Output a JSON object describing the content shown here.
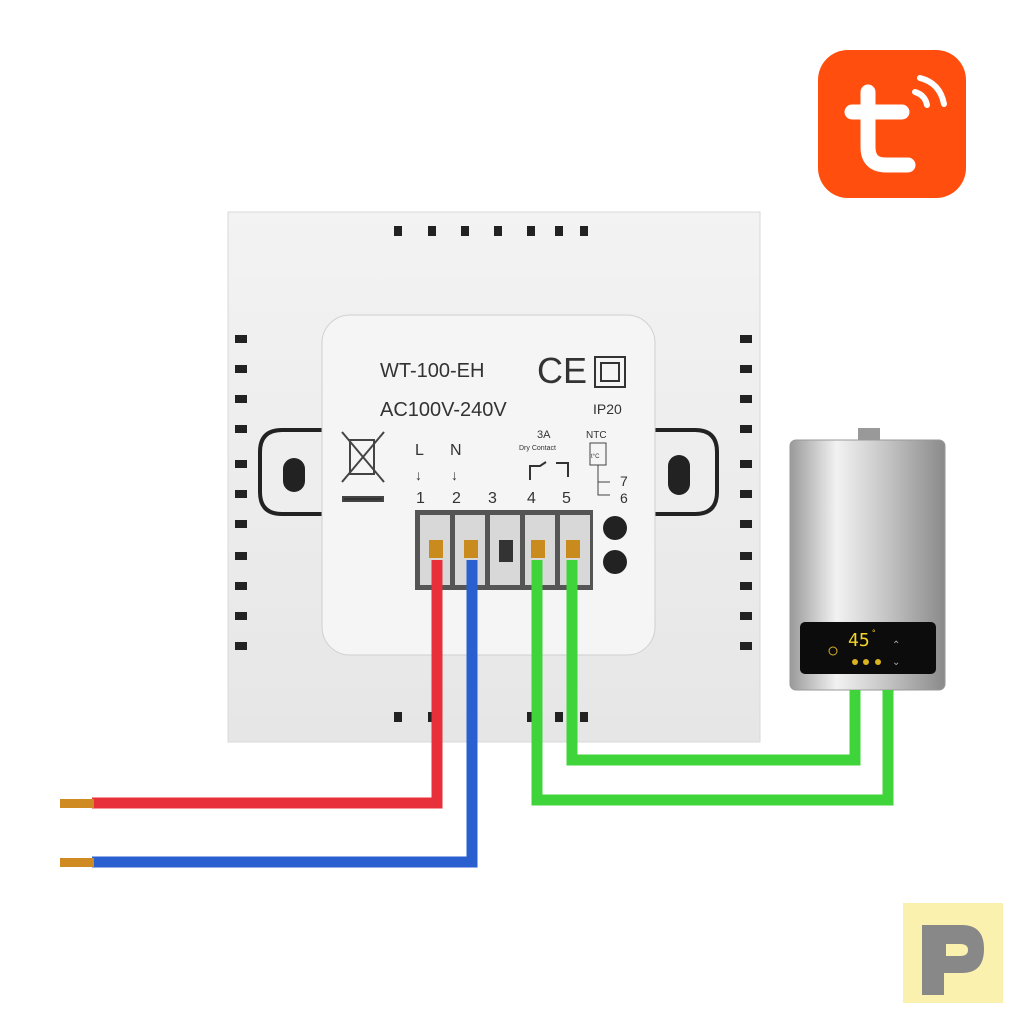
{
  "device": {
    "model": "WT-100-EH",
    "voltage": "AC100V-240V",
    "ce_mark": "CE",
    "ip_rating": "IP20",
    "terminals": {
      "L": "L",
      "N": "N",
      "t1": "1",
      "t2": "2",
      "t3": "3",
      "t4": "4",
      "t5": "5",
      "relay_rating": "3A",
      "relay_type": "Dry Contact",
      "ntc": "NTC",
      "ntc_symbol": "t°C",
      "t7": "7",
      "t6": "6"
    }
  },
  "heater": {
    "display_temp": "45",
    "display_unit": "°"
  },
  "brand": {
    "tuya_letter": "t",
    "tuya_color": "#ff4e0d",
    "corner_logo_color": "#fbf1ae"
  },
  "wire_colors": {
    "live": "#e8303a",
    "neutral": "#2a5fd0",
    "dry_contact": "#3fd43a"
  }
}
